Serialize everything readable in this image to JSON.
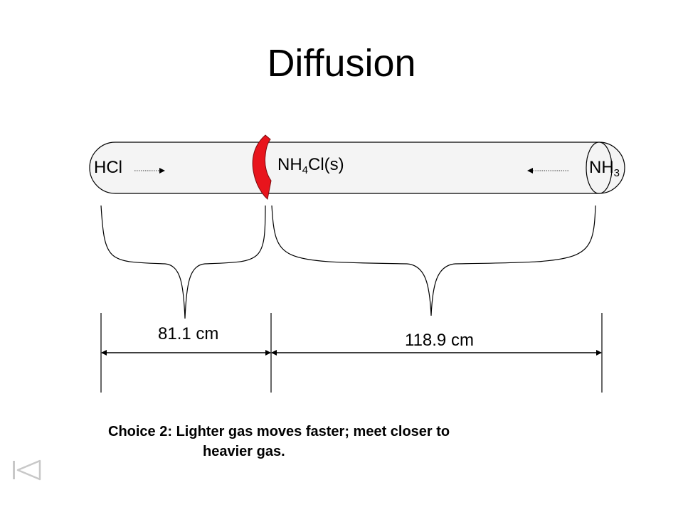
{
  "slide": {
    "title": "Diffusion"
  },
  "diagram": {
    "left_gas": "HCl",
    "right_gas_base": "NH",
    "right_gas_sub": "3",
    "product_base": "NH",
    "product_sub": "4",
    "product_rest": "Cl(s)",
    "left_distance": "81.1 cm",
    "right_distance": "118.9 cm"
  },
  "caption": {
    "line1": "Choice 2:  Lighter gas moves faster; meet closer to",
    "line2": "heavier gas."
  },
  "colors": {
    "tube_fill": "#f4f4f4",
    "marker_red": "#e8141c",
    "nav_icon": "#c8c8c8"
  },
  "icons": {
    "nav": "skip-to-end-icon"
  }
}
